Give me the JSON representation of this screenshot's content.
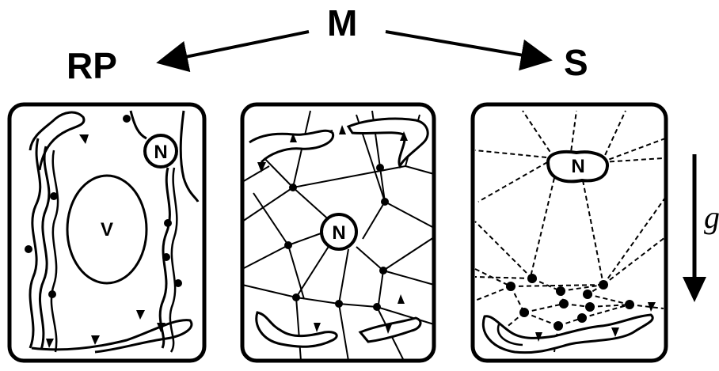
{
  "labels": {
    "top": "M",
    "left": "RP",
    "right": "S",
    "gravity": "g"
  },
  "panels": [
    {
      "nucleus": "N",
      "vacuole": "V"
    },
    {
      "nucleus": "N"
    },
    {
      "nucleus": "N"
    }
  ],
  "colors": {
    "ink": "#000000",
    "paper": "#ffffff"
  }
}
